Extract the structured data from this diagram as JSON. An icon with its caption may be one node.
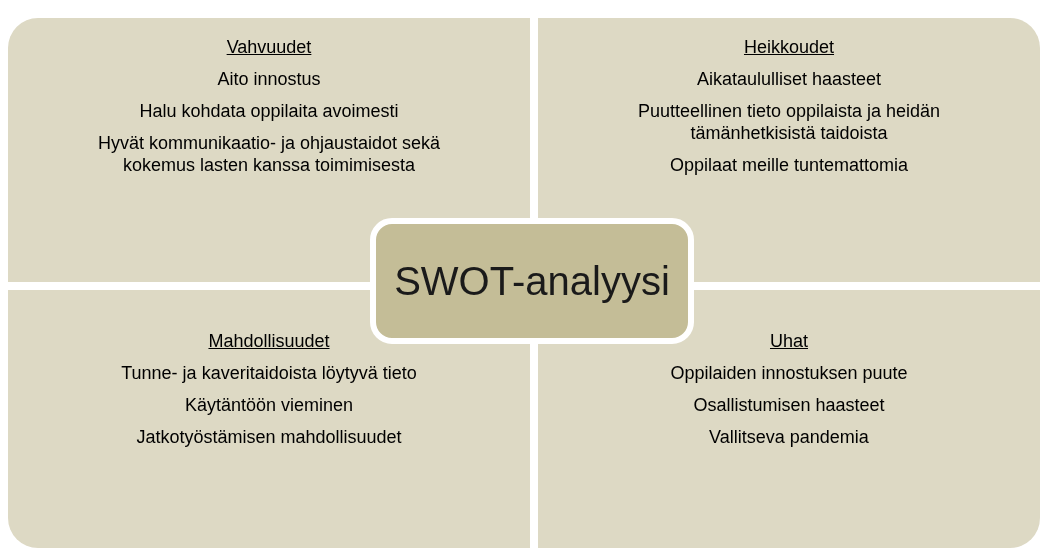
{
  "diagram": {
    "nodes": [
      {
        "text": [
          "Vahvuudet",
          "Aito innostus",
          "Halu kohdata oppilaita avoimesti",
          "Hyvät kommunikaatio- ja ohjaustaidot sekä kokemus lasten kanssa toimimisesta"
        ]
      },
      {
        "text": [
          "Heikkoudet",
          "Aikataululliset haasteet",
          "Puutteellinen tieto oppilaista ja heidän tämänhetkisistä taidoista",
          "Oppilaat meille tuntemattomia"
        ]
      },
      {
        "text": [
          "SWOT-analyysi"
        ]
      },
      {
        "text": [
          "Mahdollisuudet",
          "Tunne- ja kaveritaidoista löytyvä tieto",
          "Käytäntöön vieminen",
          "Jatkotyöstämisen mahdollisuudet"
        ]
      },
      {
        "text": [
          "Uhat",
          "Oppilaiden innostuksen puute",
          "Osallistumisen haasteet",
          "Vallitseva pandemia"
        ]
      }
    ],
    "edges": []
  }
}
